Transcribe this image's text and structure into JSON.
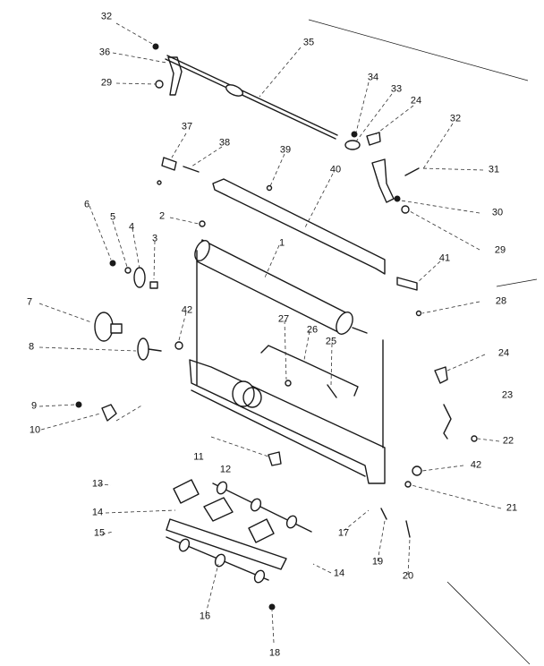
{
  "callouts": [
    "32",
    "36",
    "29",
    "35",
    "34",
    "33",
    "24",
    "32",
    "31",
    "30",
    "29",
    "37",
    "38",
    "39",
    "40",
    "6",
    "5",
    "4",
    "3",
    "2",
    "1",
    "41",
    "28",
    "7",
    "42",
    "27",
    "26",
    "25",
    "8",
    "24",
    "23",
    "9",
    "10",
    "11",
    "22",
    "12",
    "42",
    "21",
    "13",
    "14",
    "15",
    "17",
    "19",
    "20",
    "14",
    "16",
    "18"
  ]
}
